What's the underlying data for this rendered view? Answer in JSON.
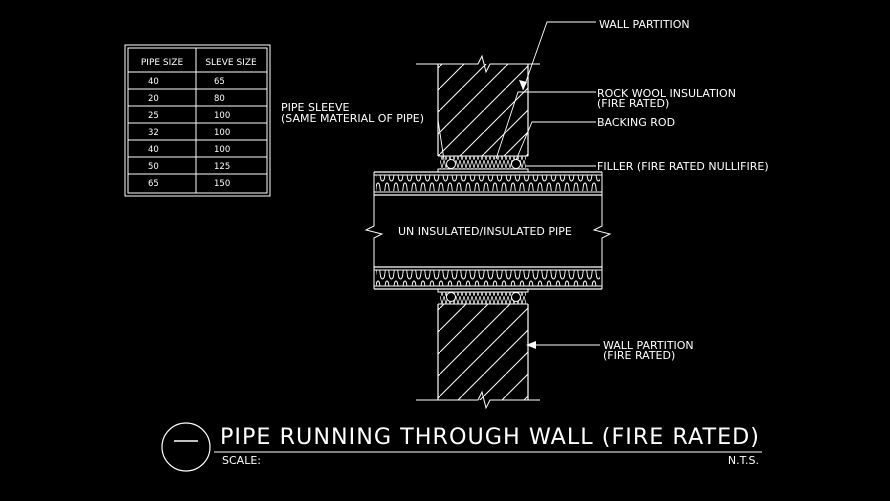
{
  "table": {
    "headers": [
      "PIPE SIZE",
      "SLEVE SIZE"
    ],
    "rows": [
      [
        "40",
        "65"
      ],
      [
        "20",
        "80"
      ],
      [
        "25",
        "100"
      ],
      [
        "32",
        "100"
      ],
      [
        "40",
        "100"
      ],
      [
        "50",
        "125"
      ],
      [
        "65",
        "150"
      ]
    ]
  },
  "labels": {
    "wall_partition_top": "WALL PARTITION",
    "rock_wool_line1": "ROCK WOOL INSULATION",
    "rock_wool_line2": "(FIRE RATED)",
    "backing_rod": "BACKING ROD",
    "filler": "FILLER (FIRE RATED NULLIFIRE)",
    "pipe_sleeve_line1": "PIPE SLEEVE",
    "pipe_sleeve_line2": "(SAME MATERIAL OF PIPE)",
    "pipe": "UN INSULATED/INSULATED PIPE",
    "wall_partition_bottom_line1": "WALL PARTITION",
    "wall_partition_bottom_line2": "(FIRE RATED)"
  },
  "title_block": {
    "title": "PIPE RUNNING THROUGH WALL (FIRE RATED)",
    "scale_label": "SCALE:",
    "scale_value": "N.T.S."
  },
  "colors": {
    "background": "#000000",
    "lines": "#ffffff"
  }
}
